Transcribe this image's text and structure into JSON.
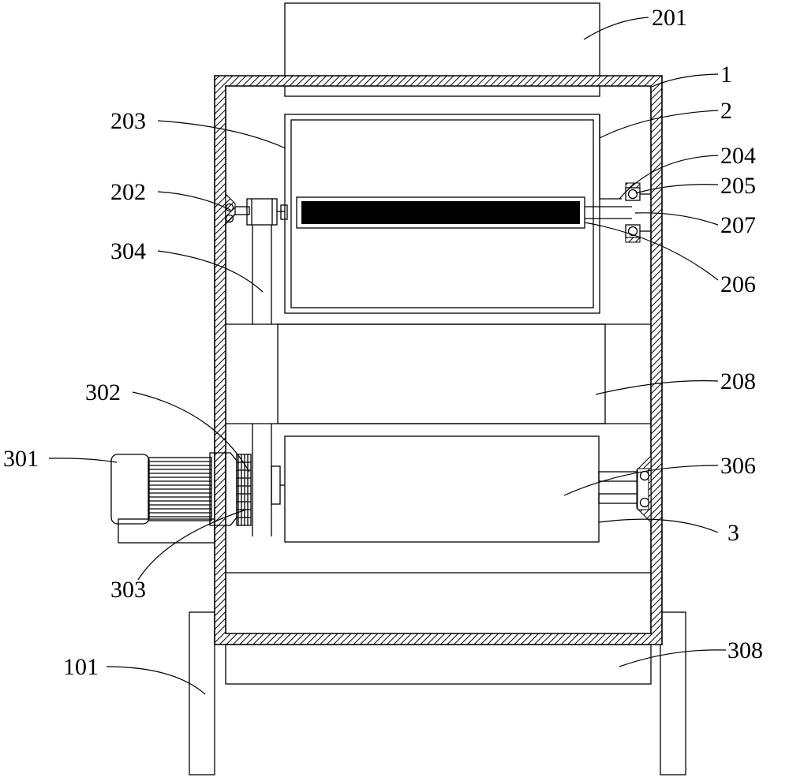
{
  "labels": {
    "l201": "201",
    "l1": "1",
    "l203": "203",
    "l2": "2",
    "l204": "204",
    "l202": "202",
    "l205": "205",
    "l207": "207",
    "l304": "304",
    "l206": "206",
    "l208": "208",
    "l302": "302",
    "l301": "301",
    "l306": "306",
    "l3": "3",
    "l303": "303",
    "l308": "308",
    "l101": "101"
  }
}
